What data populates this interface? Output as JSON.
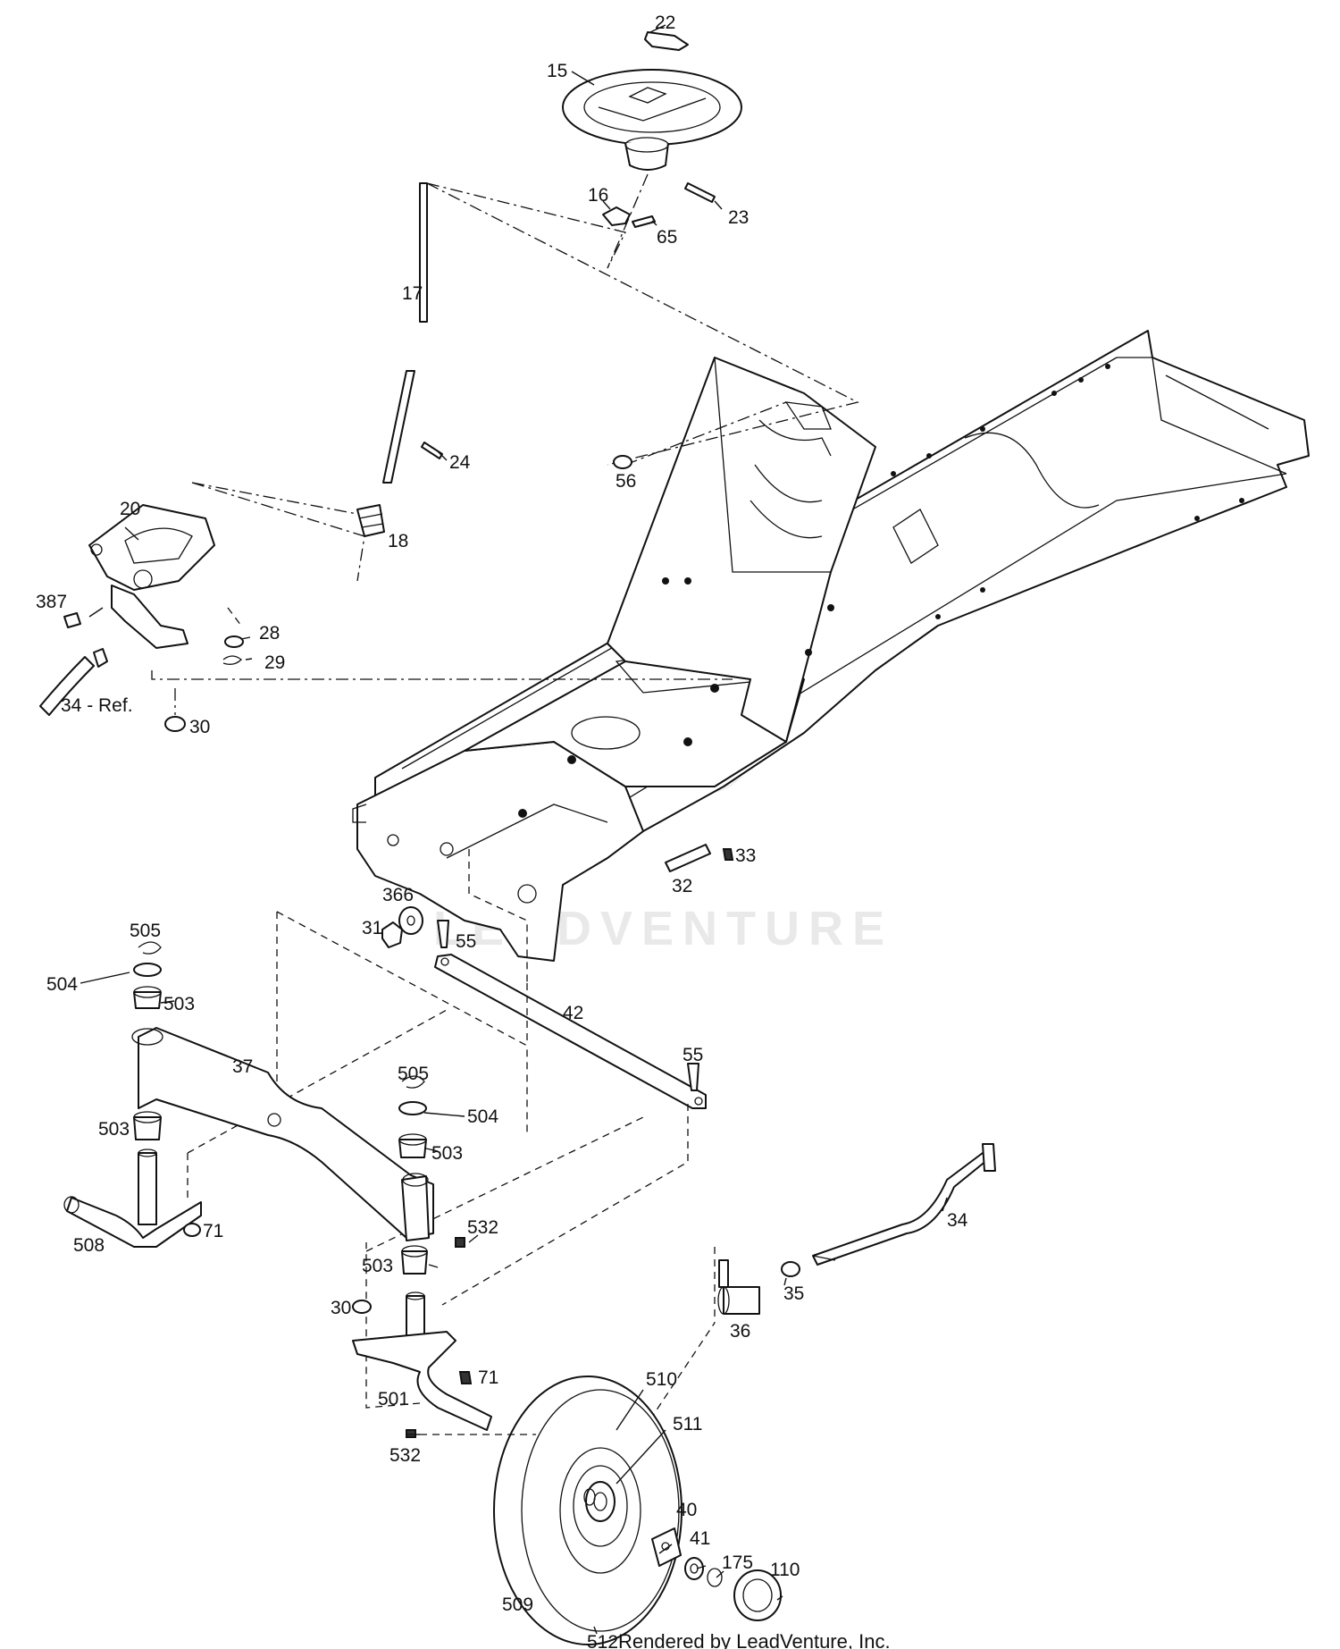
{
  "diagram": {
    "labels": [
      {
        "id": "22",
        "text": "22"
      },
      {
        "id": "15",
        "text": "15"
      },
      {
        "id": "16",
        "text": "16"
      },
      {
        "id": "65",
        "text": "65"
      },
      {
        "id": "23",
        "text": "23"
      },
      {
        "id": "17",
        "text": "17"
      },
      {
        "id": "24",
        "text": "24"
      },
      {
        "id": "56",
        "text": "56"
      },
      {
        "id": "20",
        "text": "20"
      },
      {
        "id": "18",
        "text": "18"
      },
      {
        "id": "387",
        "text": "387"
      },
      {
        "id": "28",
        "text": "28"
      },
      {
        "id": "29",
        "text": "29"
      },
      {
        "id": "34ref",
        "text": "34 - Ref."
      },
      {
        "id": "30a",
        "text": "30"
      },
      {
        "id": "33",
        "text": "33"
      },
      {
        "id": "32",
        "text": "32"
      },
      {
        "id": "366",
        "text": "366"
      },
      {
        "id": "31",
        "text": "31"
      },
      {
        "id": "55a",
        "text": "55"
      },
      {
        "id": "505a",
        "text": "505"
      },
      {
        "id": "504a",
        "text": "504"
      },
      {
        "id": "503a",
        "text": "503"
      },
      {
        "id": "42",
        "text": "42"
      },
      {
        "id": "37",
        "text": "37"
      },
      {
        "id": "55b",
        "text": "55"
      },
      {
        "id": "505b",
        "text": "505"
      },
      {
        "id": "504b",
        "text": "504"
      },
      {
        "id": "503b",
        "text": "503"
      },
      {
        "id": "503c",
        "text": "503"
      },
      {
        "id": "34",
        "text": "34"
      },
      {
        "id": "508",
        "text": "508"
      },
      {
        "id": "71a",
        "text": "71"
      },
      {
        "id": "532a",
        "text": "532"
      },
      {
        "id": "503d",
        "text": "503"
      },
      {
        "id": "35",
        "text": "35"
      },
      {
        "id": "36",
        "text": "36"
      },
      {
        "id": "30b",
        "text": "30"
      },
      {
        "id": "71b",
        "text": "71"
      },
      {
        "id": "510",
        "text": "510"
      },
      {
        "id": "501",
        "text": "501"
      },
      {
        "id": "511",
        "text": "511"
      },
      {
        "id": "532b",
        "text": "532"
      },
      {
        "id": "40",
        "text": "40"
      },
      {
        "id": "41",
        "text": "41"
      },
      {
        "id": "175",
        "text": "175"
      },
      {
        "id": "110",
        "text": "110"
      },
      {
        "id": "509",
        "text": "509"
      },
      {
        "id": "512",
        "text": "512"
      }
    ],
    "credit": "Rendered by LeadVenture, Inc.",
    "watermark": "LEADVENTURE"
  }
}
